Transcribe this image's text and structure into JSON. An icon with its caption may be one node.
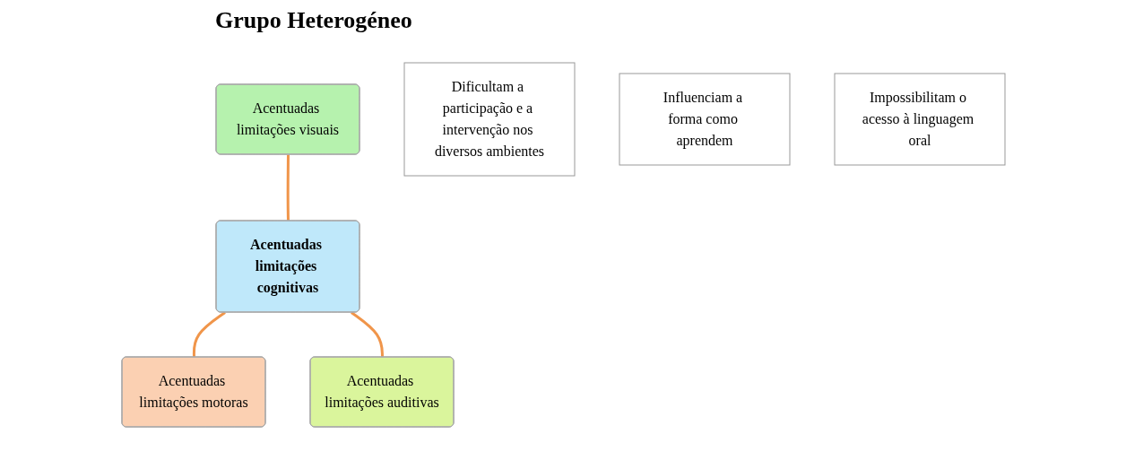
{
  "diagram": {
    "title": "Grupo Heterogéneo",
    "nodes": [
      {
        "text": [
          "Acentuadas limitações visuais"
        ]
      },
      {
        "text": [
          "Acentuadas limitações cognitivas"
        ]
      },
      {
        "text": [
          "Acentuadas limitações motoras"
        ]
      },
      {
        "text": [
          "Acentuadas limitações auditivas"
        ]
      },
      {
        "text": [
          "Dificultam a participação e a intervenção nos diversos ambientes"
        ]
      },
      {
        "text": [
          "Influenciam a forma como aprendem"
        ]
      },
      {
        "text": [
          "Impossibilitam o acesso à linguagem oral"
        ]
      }
    ],
    "edges": [
      {
        "from": 0,
        "to": 1,
        "arrow": "none"
      },
      {
        "from": 1,
        "to": 2,
        "arrow": "none"
      },
      {
        "from": 1,
        "to": 3,
        "arrow": "none"
      }
    ]
  }
}
